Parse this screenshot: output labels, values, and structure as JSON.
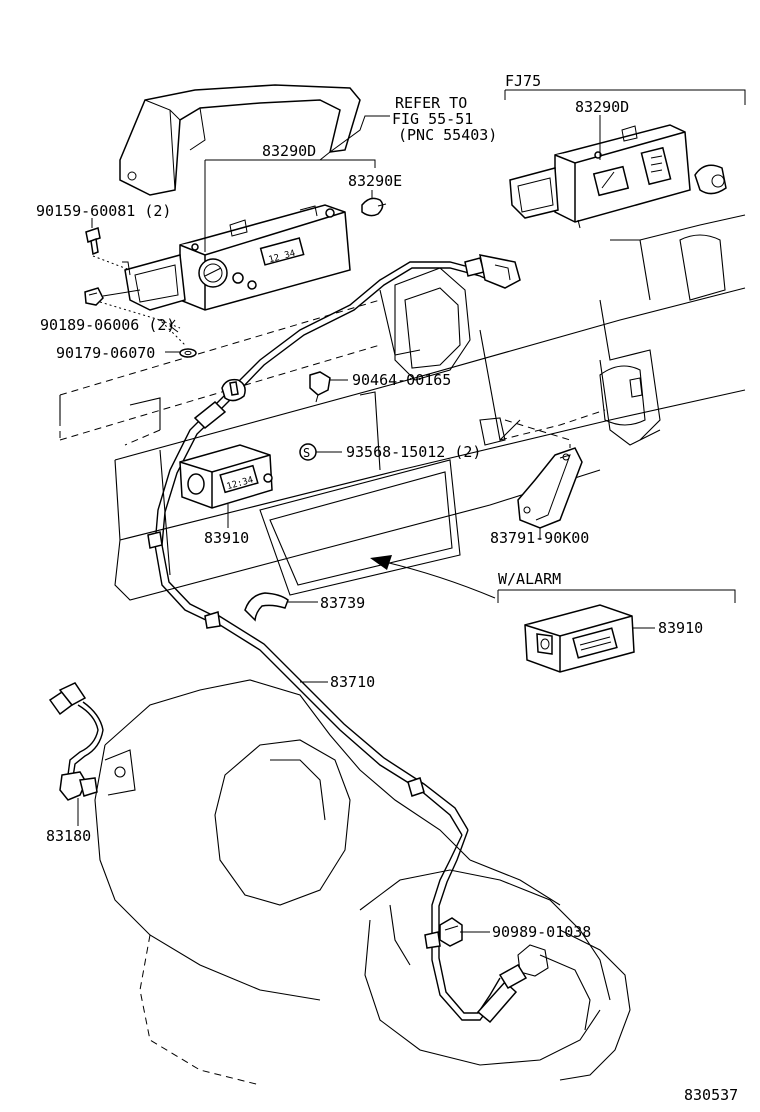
{
  "callouts": {
    "refer_to_line1": "REFER TO",
    "refer_to_line2": "FIG 55-51",
    "refer_to_line3": "(PNC 55403)",
    "fj75": "FJ75",
    "w_alarm": "W/ALARM",
    "diagram_code": "830537",
    "clock_display_main": "12 34",
    "clock_display_lcd": "12:34"
  },
  "parts": {
    "meter_main": "83290D",
    "meter_fj75": "83290D",
    "bulb": "83290E",
    "screw": "90159-60081 (2)",
    "nut": "90189-06006 (2)",
    "washer": "90179-06070",
    "clamp": "90464-00165",
    "s_mark": "S",
    "screw_s": "93568-15012 (2)",
    "clock": "83910",
    "bracket": "83791-90K00",
    "clock_alarm": "83910",
    "grommet": "83739",
    "speedo_cable": "83710",
    "sensor": "83180",
    "cable_clamp": "90989-01038"
  }
}
